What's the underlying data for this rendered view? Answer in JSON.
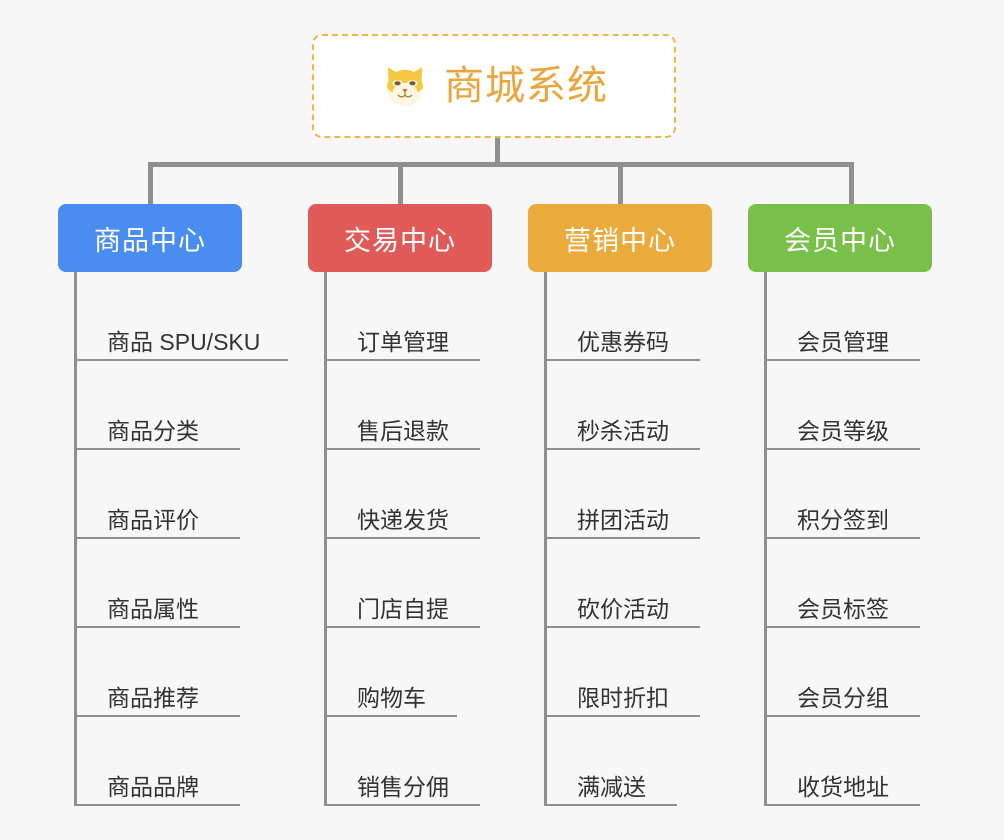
{
  "diagram": {
    "type": "org-tree",
    "background_color": "#f7f7f7",
    "root": {
      "label": "商城系统",
      "icon": "shiba-inu-icon",
      "text_color": "#e8a63d",
      "border_color": "#f0b64a",
      "background_color": "#ffffff"
    },
    "connector_color": "#8f8f8f",
    "leaf_text_color": "#333333",
    "columns": [
      {
        "id": "product-center",
        "label": "商品中心",
        "color": "#4a8df0",
        "items": [
          "商品 SPU/SKU",
          "商品分类",
          "商品评价",
          "商品属性",
          "商品推荐",
          "商品品牌"
        ]
      },
      {
        "id": "trade-center",
        "label": "交易中心",
        "color": "#e05a58",
        "items": [
          "订单管理",
          "售后退款",
          "快递发货",
          "门店自提",
          "购物车",
          "销售分佣"
        ]
      },
      {
        "id": "marketing-center",
        "label": "营销中心",
        "color": "#eaaa3c",
        "items": [
          "优惠券码",
          "秒杀活动",
          "拼团活动",
          "砍价活动",
          "限时折扣",
          "满减送"
        ]
      },
      {
        "id": "member-center",
        "label": "会员中心",
        "color": "#79c04a",
        "items": [
          "会员管理",
          "会员等级",
          "积分签到",
          "会员标签",
          "会员分组",
          "收货地址"
        ]
      }
    ]
  }
}
